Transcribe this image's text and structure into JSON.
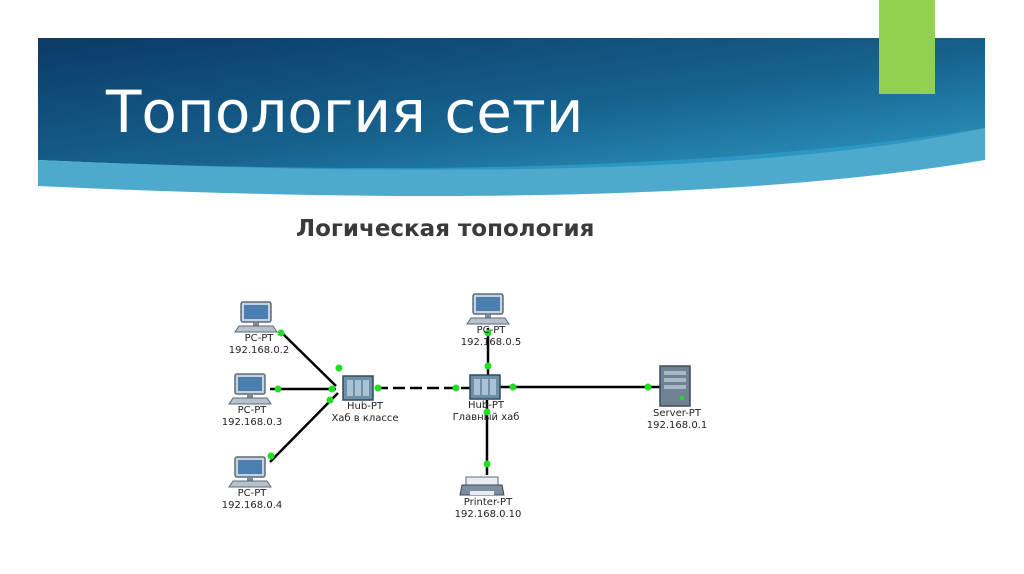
{
  "slide": {
    "title": "Топология сети",
    "subtitle": "Логическая топология"
  },
  "colors": {
    "banner_dark": "#0b3a66",
    "banner_light": "#2e9bc4",
    "accent_green": "#92d050",
    "link_green": "#22dd22",
    "link_line": "#000000"
  },
  "nodes": {
    "pc2": {
      "type": "PC-PT",
      "ip": "192.168.0.2"
    },
    "pc3": {
      "type": "PC-PT",
      "ip": "192.168.0.3"
    },
    "pc4": {
      "type": "PC-PT",
      "ip": "192.168.0.4"
    },
    "pc5": {
      "type": "PC-PT",
      "ip": "192.168.0.5"
    },
    "hub_class": {
      "type": "Hub-PT",
      "name": "Хаб в классе"
    },
    "hub_main": {
      "type": "Hub-PT",
      "name": "Главный хаб"
    },
    "server": {
      "type": "Server-PT",
      "ip": "192.168.0.1"
    },
    "printer": {
      "type": "Printer-PT",
      "ip": "192.168.0.10"
    }
  },
  "links": [
    {
      "from": "pc2",
      "to": "hub_class",
      "style": "solid"
    },
    {
      "from": "pc3",
      "to": "hub_class",
      "style": "solid"
    },
    {
      "from": "pc4",
      "to": "hub_class",
      "style": "solid"
    },
    {
      "from": "hub_class",
      "to": "hub_main",
      "style": "dashed"
    },
    {
      "from": "pc5",
      "to": "hub_main",
      "style": "solid"
    },
    {
      "from": "hub_main",
      "to": "server",
      "style": "solid"
    },
    {
      "from": "hub_main",
      "to": "printer",
      "style": "solid"
    }
  ]
}
